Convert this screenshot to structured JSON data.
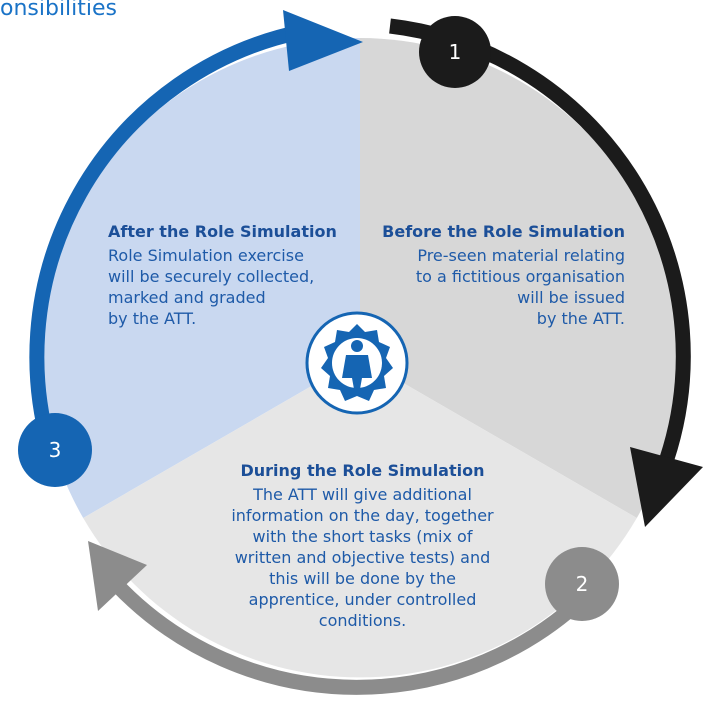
{
  "title_fragment": "onsibilities",
  "colors": {
    "accent_blue": "#1565b3",
    "black_arrow": "#1b1b1b",
    "gray_arrow": "#8c8c8c",
    "blue_sector": "#c9d8f0",
    "gray_sector": "#d7d7d7",
    "light_sector": "#e6e6e6",
    "text_blue": "#1e5aa8"
  },
  "steps": [
    {
      "number": "1",
      "heading": "Before the Role Simulation",
      "body": "Pre-seen material relating\nto a fictitious organisation\nwill be issued\nby the ATT."
    },
    {
      "number": "2",
      "heading": "During the Role Simulation",
      "body": "The ATT will give additional\ninformation on the day, together\nwith the short tasks (mix of\nwritten and objective tests) and\nthis will be done by the\napprentice, under controlled\nconditions."
    },
    {
      "number": "3",
      "heading": "After the Role Simulation",
      "body": "Role Simulation exercise\nwill be securely collected,\nmarked and graded\nby the ATT."
    }
  ],
  "center_icon": "person-in-gear-icon"
}
